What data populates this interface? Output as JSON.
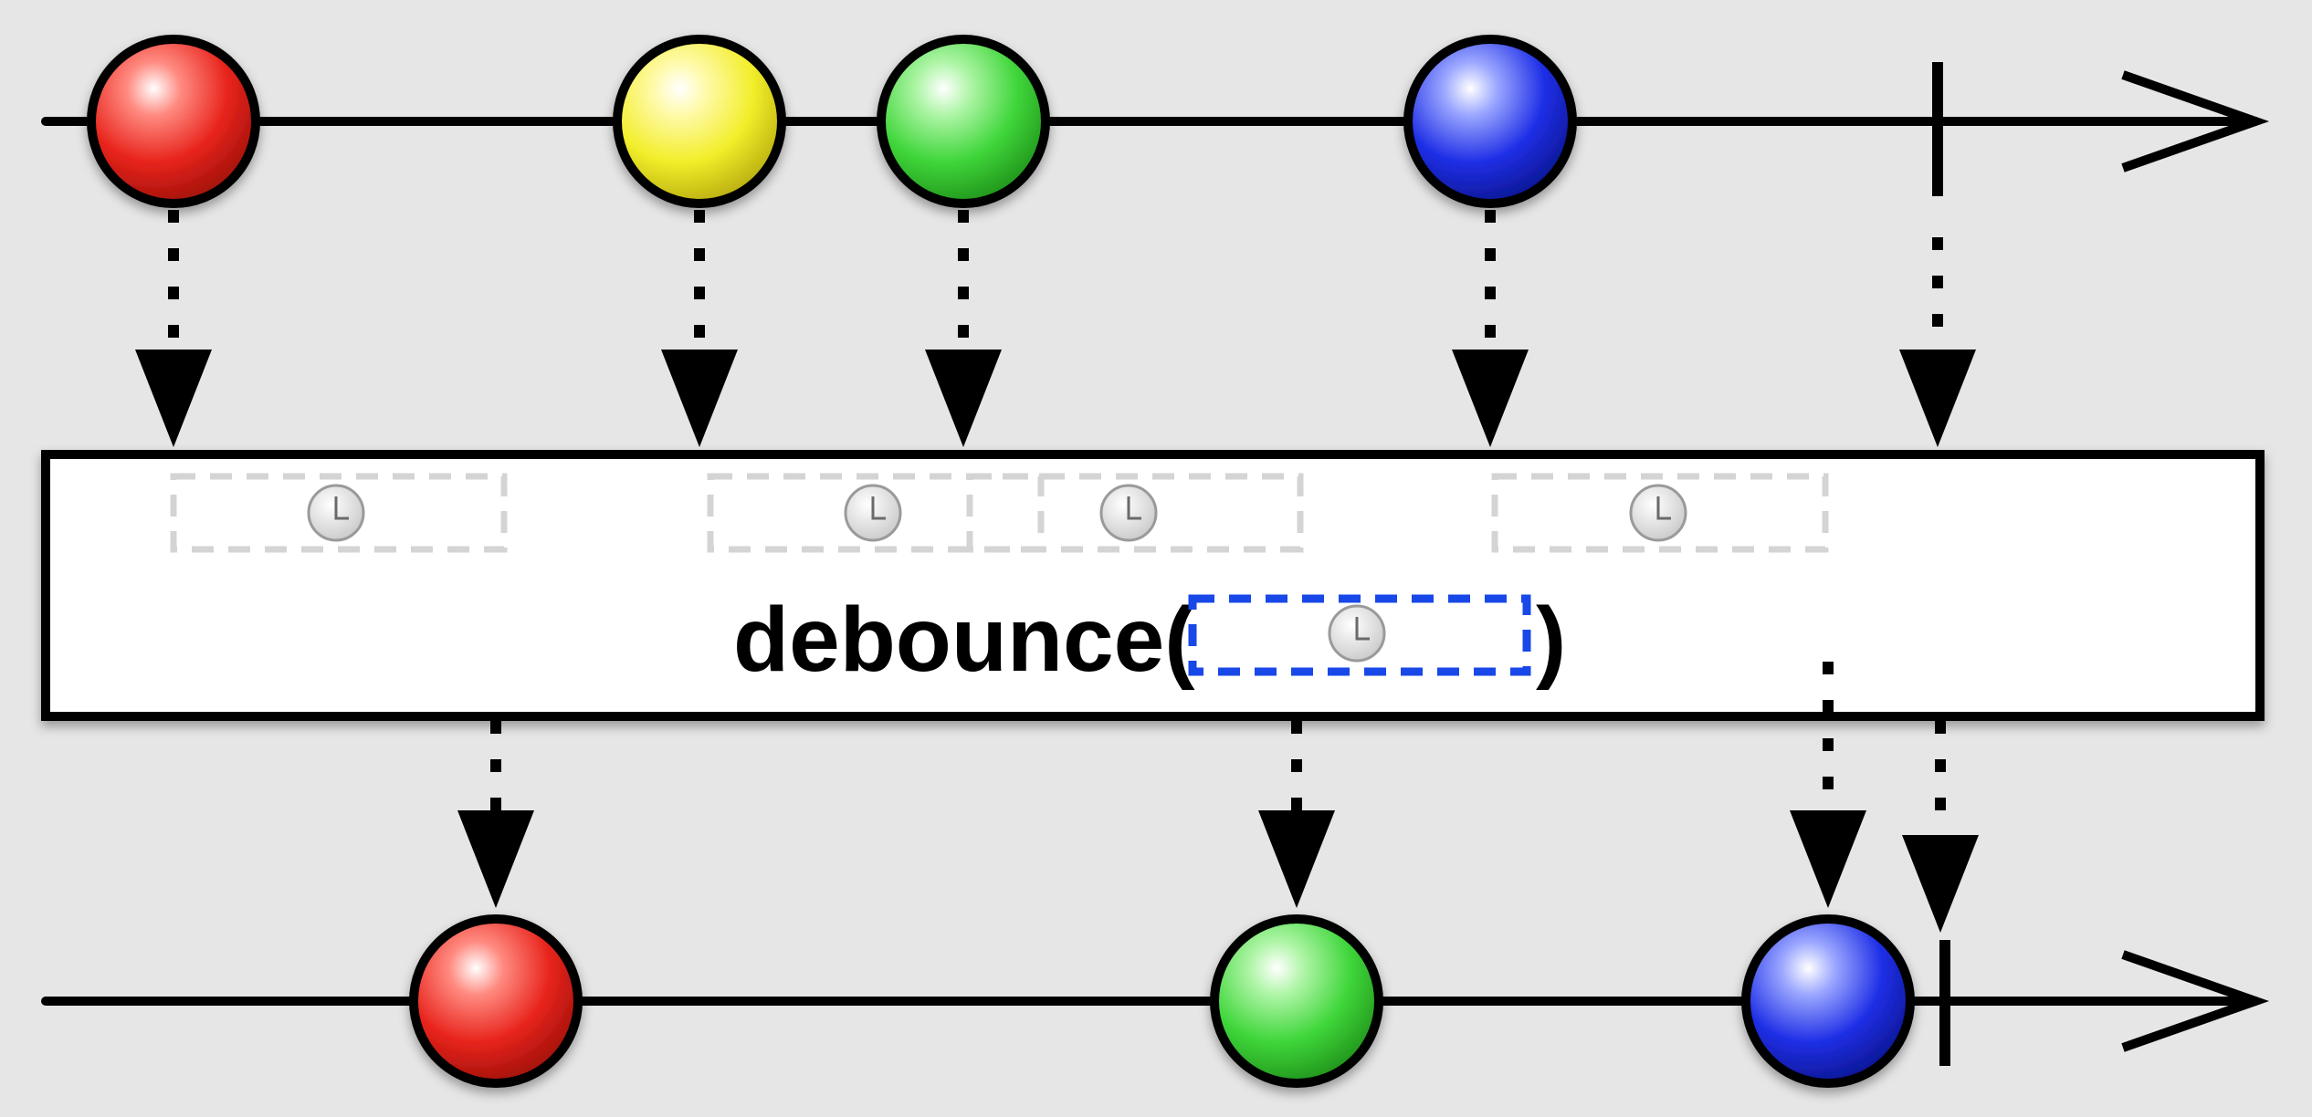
{
  "operator": {
    "name": "debounce(",
    "close_paren": ")"
  },
  "colors": {
    "background": "#e6e6e6",
    "red": "#e8241c",
    "yellow": "#f2ee2a",
    "green": "#3fd63a",
    "blue": "#1f2fe6",
    "timer_highlight": "#1848e8",
    "timer_ghost": "#cfcfcf"
  },
  "input_timeline": {
    "events": [
      {
        "color": "red"
      },
      {
        "color": "yellow"
      },
      {
        "color": "green"
      },
      {
        "color": "blue"
      }
    ],
    "completed": true
  },
  "output_timeline": {
    "events": [
      {
        "color": "red"
      },
      {
        "color": "green"
      },
      {
        "color": "blue"
      }
    ],
    "completed": true
  },
  "icons": {
    "timer": "clock-icon",
    "completion": "completion-mark-icon",
    "arrow": "arrow-head-icon"
  }
}
